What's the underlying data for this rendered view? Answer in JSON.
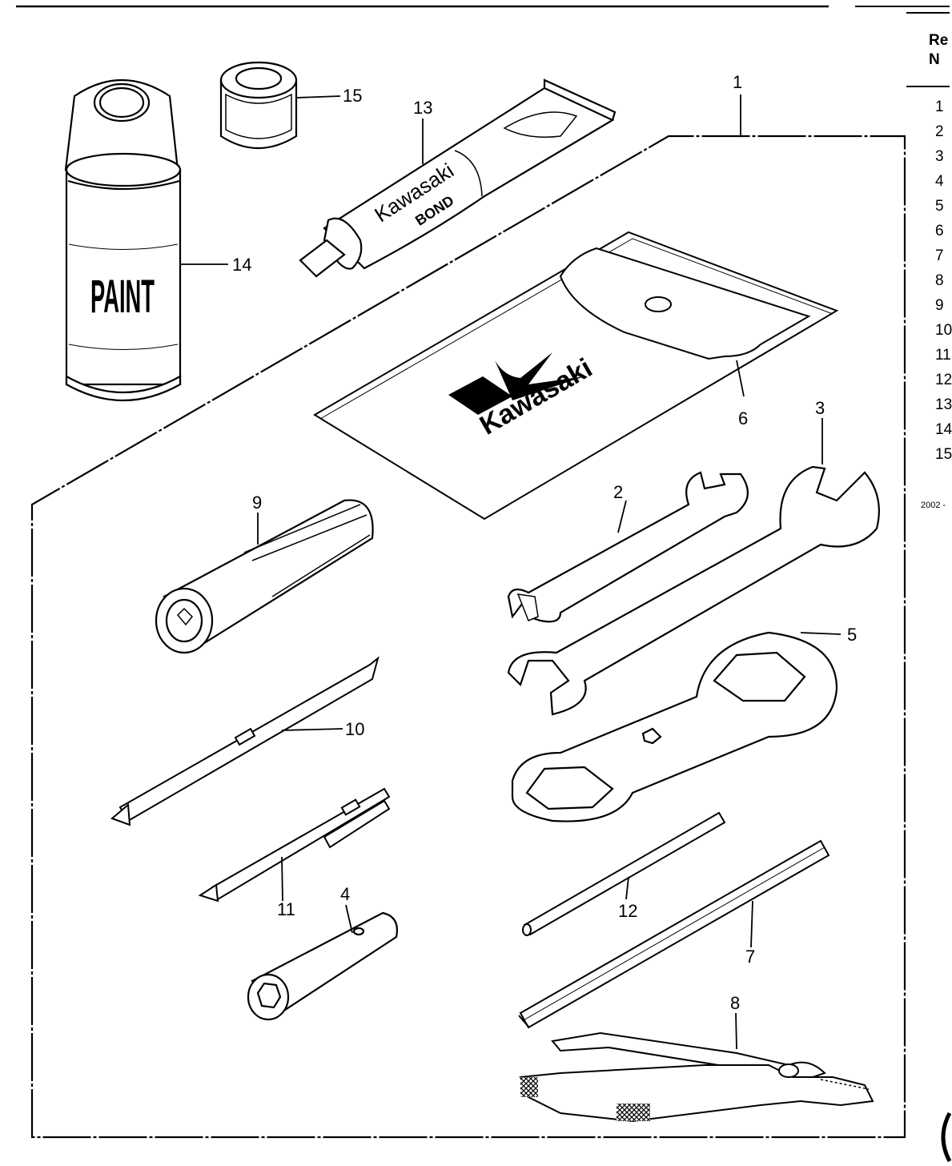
{
  "diagram": {
    "callouts": {
      "c1": "1",
      "c2": "2",
      "c3": "3",
      "c4": "4",
      "c5": "5",
      "c6": "6",
      "c7": "7",
      "c8": "8",
      "c9": "9",
      "c10": "10",
      "c11": "11",
      "c12": "12",
      "c13": "13",
      "c14": "14",
      "c15": "15"
    },
    "paint_can_label": "PAINT",
    "bond_brand": "Kawasaki",
    "bond_label": "BOND",
    "pouch_brand": "Kawasaki"
  },
  "side_table": {
    "header_line1": "Re",
    "header_line2": "N",
    "row_numbers": [
      "1",
      "2",
      "3",
      "4",
      "5",
      "6",
      "7",
      "8",
      "9",
      "10",
      "11",
      "12",
      "13",
      "14",
      "15"
    ],
    "footer": "2002 -"
  },
  "colors": {
    "ink": "#000000",
    "paper": "#ffffff"
  }
}
